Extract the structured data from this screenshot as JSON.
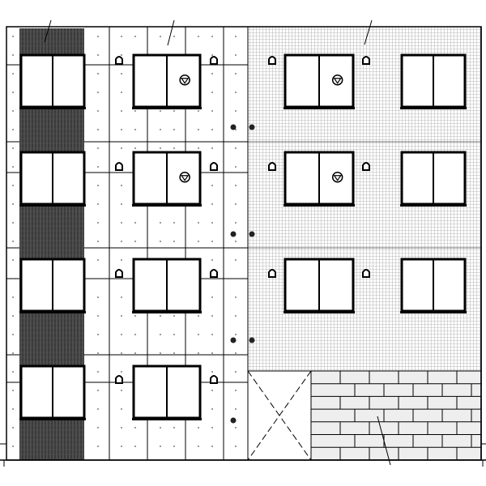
{
  "drawing": {
    "type": "architectural-elevation",
    "floors": 4,
    "sections": [
      {
        "id": "dark-strip",
        "material": "dark-vertical-siding"
      },
      {
        "id": "panel-section",
        "material": "fiber-cement-panels"
      },
      {
        "id": "grid-section",
        "material": "fine-grid-siding"
      },
      {
        "id": "brick-base",
        "material": "brick-masonry"
      },
      {
        "id": "garage-opening",
        "material": "open-x-braced"
      }
    ],
    "vents_on_windows": 4,
    "leaders": 4
  },
  "colors": {
    "line": "#000000",
    "dark_siding": "#3a3a3a",
    "grid_siding": "#cccccc",
    "brick_fill": "#eeeeee",
    "paper": "#ffffff"
  }
}
